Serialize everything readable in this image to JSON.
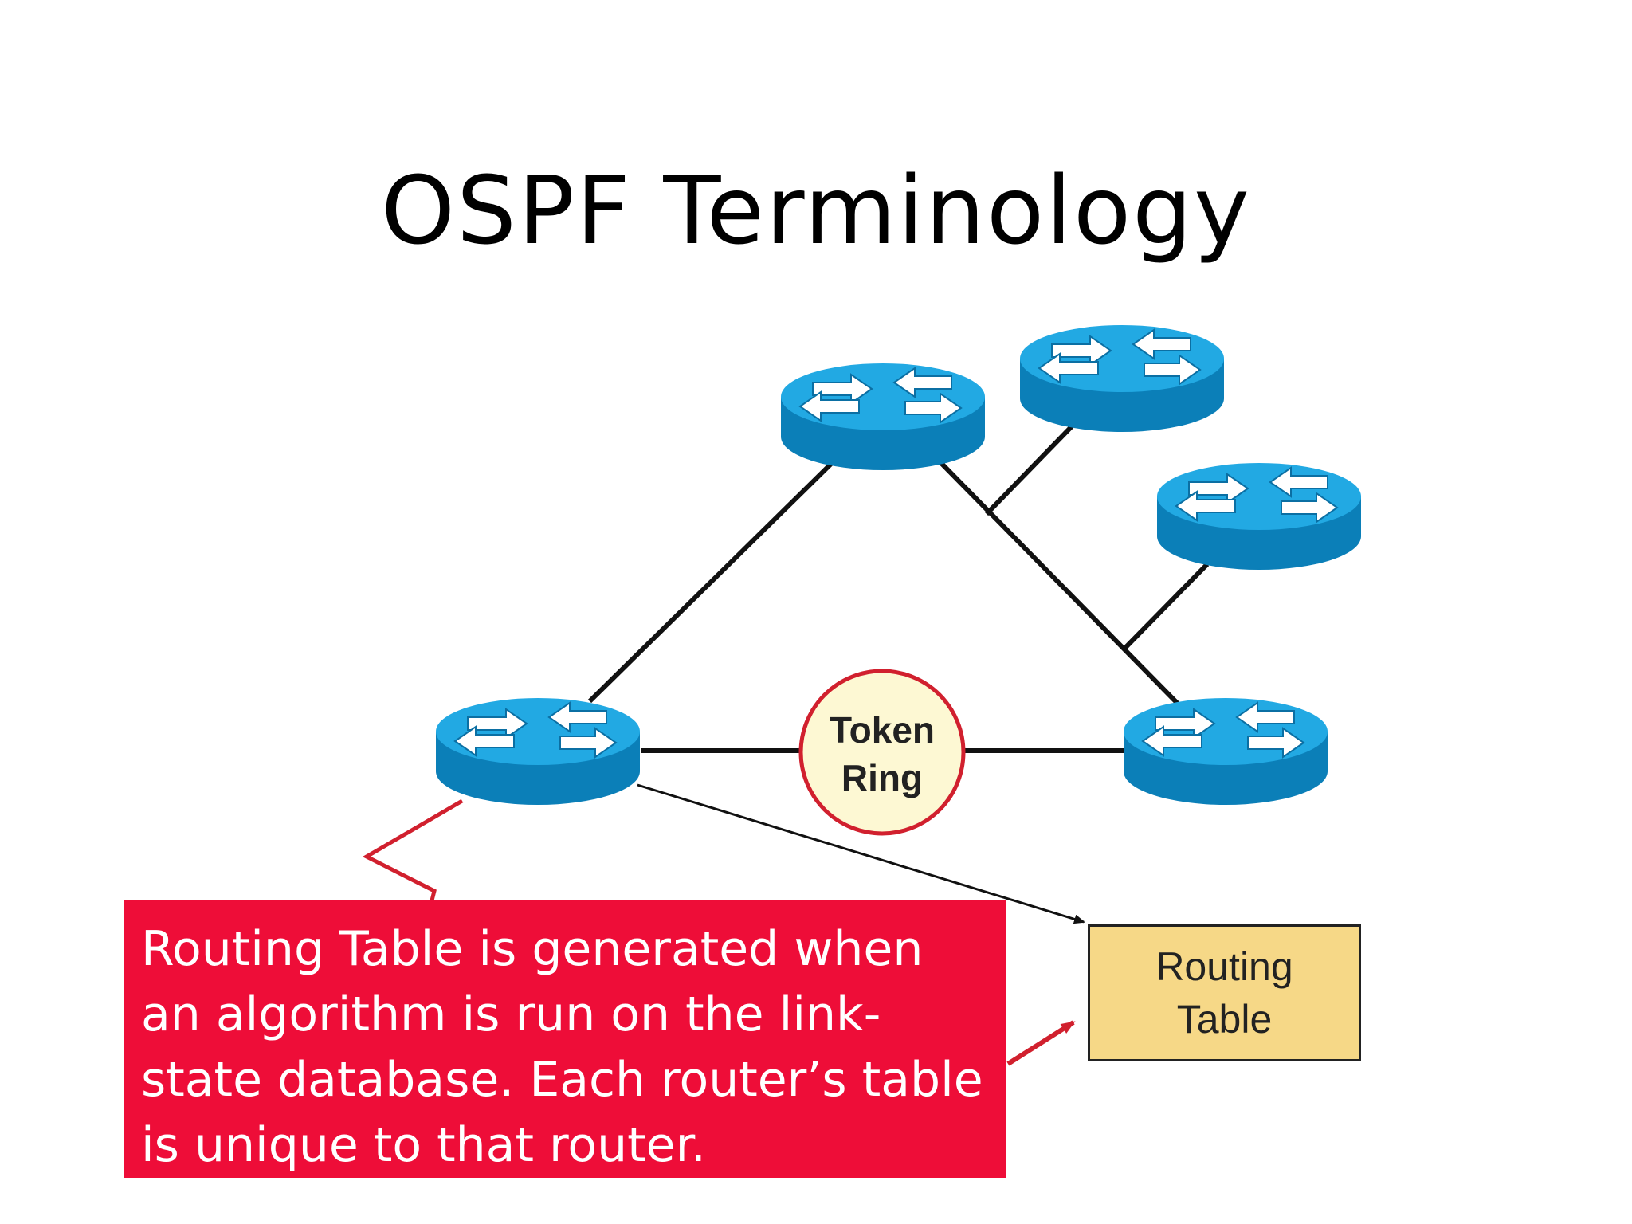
{
  "title": "OSPF Terminology",
  "diagram": {
    "routers": [
      {
        "id": "router-top"
      },
      {
        "id": "router-top-right"
      },
      {
        "id": "router-right-middle"
      },
      {
        "id": "router-left"
      },
      {
        "id": "router-right"
      }
    ],
    "token_ring_label_line1": "Token",
    "token_ring_label_line2": "Ring",
    "routing_table_label_line1": "Routing",
    "routing_table_label_line2": "Table"
  },
  "callout": {
    "text": "Routing Table is generated when an algorithm is run on the link-state database. Each router’s table is unique to that router."
  },
  "colors": {
    "router_top": "#22a9e3",
    "router_side": "#0b7fb8",
    "link": "#111111",
    "callout_bg": "#ee0d38",
    "token_ring_fill": "#fdf8d3",
    "token_ring_border": "#d1202e",
    "routing_table_fill": "#f6d887"
  }
}
